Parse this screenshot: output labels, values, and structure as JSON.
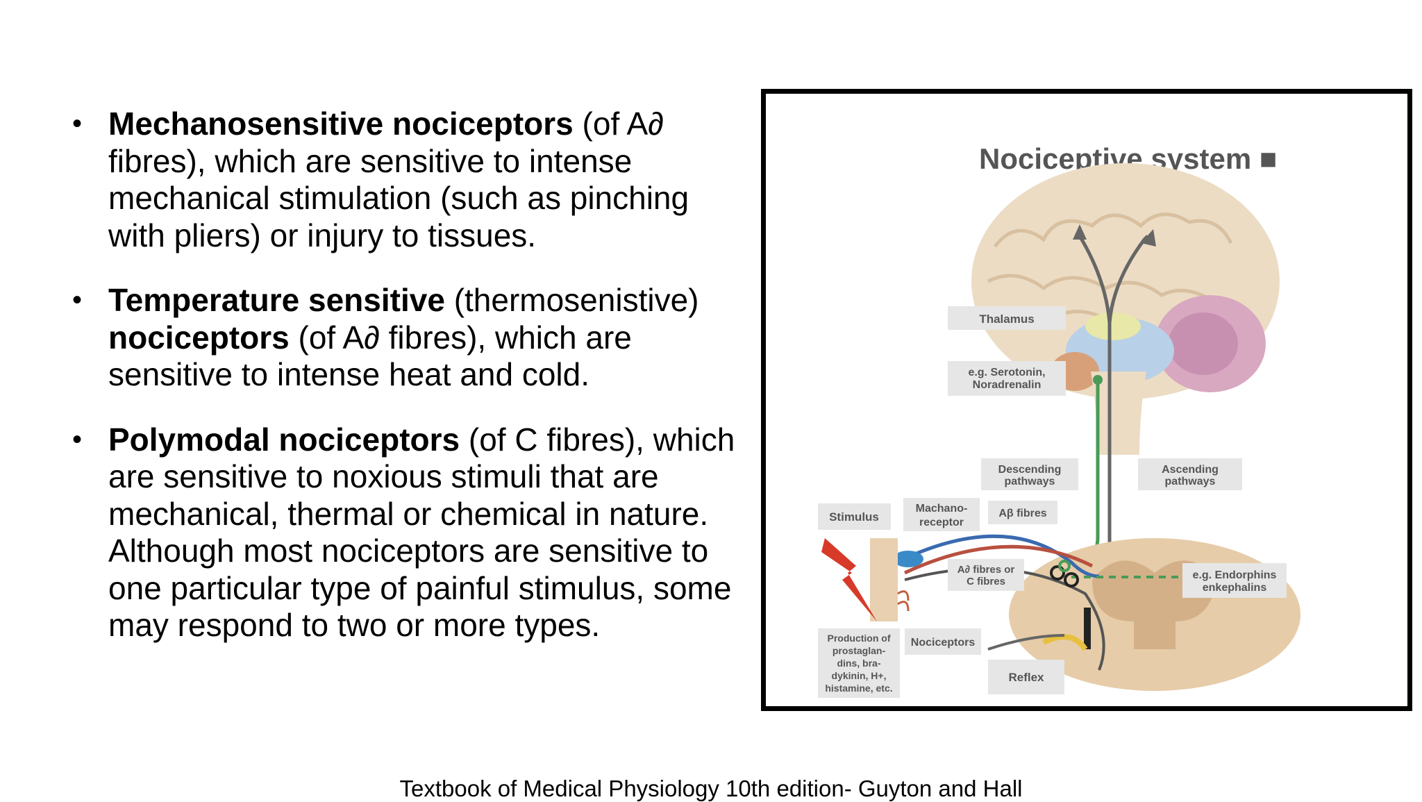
{
  "bullets": [
    {
      "segments": [
        {
          "text": "Mechanosensitive nociceptors",
          "bold": true
        },
        {
          "text": " (of A∂ fibres), which are sensitive to intense mechanical stimulation (such as pinching with pliers) or injury to tissues.",
          "bold": false
        }
      ]
    },
    {
      "segments": [
        {
          "text": "Temperature sensitive",
          "bold": true
        },
        {
          "text": " (thermosenistive) ",
          "bold": false
        },
        {
          "text": "nociceptors",
          "bold": true
        },
        {
          "text": " (of A∂ fibres), which are sensitive to intense heat and cold.",
          "bold": false
        }
      ]
    },
    {
      "segments": [
        {
          "text": "Polymodal nociceptors",
          "bold": true
        },
        {
          "text": " (of C fibres), which are sensitive to noxious stimuli that are mechanical, thermal or chemical in nature. Although most nociceptors are sensitive to one particular type of painful stimulus, some may respond to two or more types.",
          "bold": false
        }
      ]
    }
  ],
  "figure": {
    "title": "Nociceptive system ■",
    "labels": {
      "thalamus": "Thalamus",
      "serotonin_1": "e.g. Serotonin,",
      "serotonin_2": "Noradrenalin",
      "descending_1": "Descending",
      "descending_2": "pathways",
      "ascending_1": "Ascending",
      "ascending_2": "pathways",
      "stimulus": "Stimulus",
      "mechano_1": "Machano-",
      "mechano_2": "receptor",
      "ab_fibres": "Aβ fibres",
      "ad_1": "A∂ fibres or",
      "ad_2": "C fibres",
      "endorphins_1": "e.g. Endorphins",
      "endorphins_2": "enkephalins",
      "production_1": "Production of",
      "production_2": "prostaglan-",
      "production_3": "dins, bra-",
      "production_4": "dykinin, H+,",
      "production_5": "histamine, etc.",
      "nociceptors": "Nociceptors",
      "reflex": "Reflex"
    }
  },
  "caption": "Textbook of Medical Physiology 10th edition- Guyton and Hall"
}
